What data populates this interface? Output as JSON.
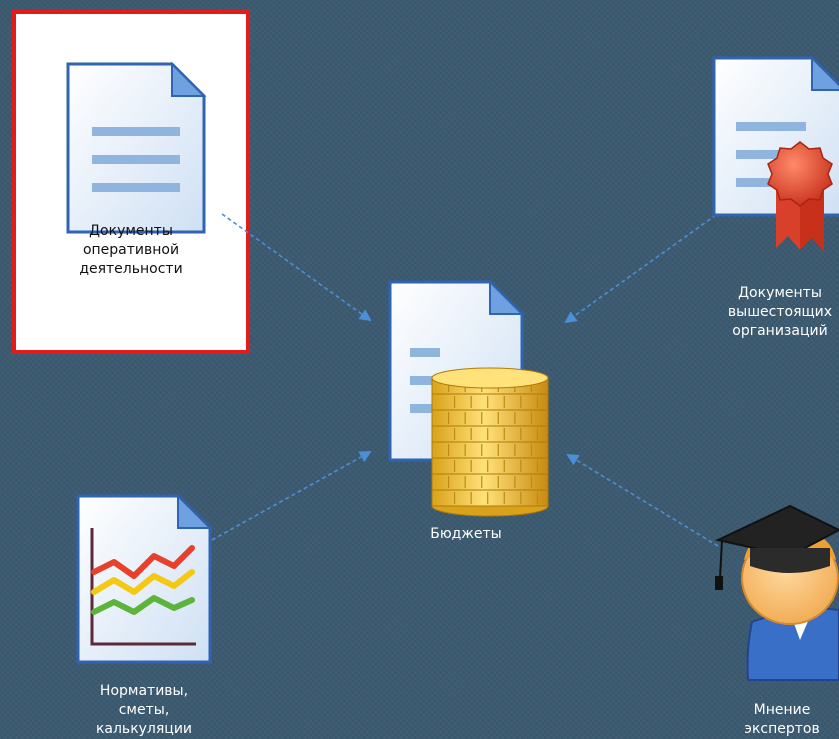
{
  "nodes": {
    "operational_docs": {
      "label": "Документы\nоперативной\nдеятельности"
    },
    "superior_orgs_docs": {
      "label": "Документы\nвышестоящих\nорганизаций"
    },
    "budgets": {
      "label": "Бюджеты"
    },
    "norms": {
      "label": "Нормативы,\nсметы,\nкалькуляции"
    },
    "experts": {
      "label": "Мнение\nэкспертов"
    }
  },
  "colors": {
    "background": "#3c5a70",
    "selected_border": "#e41b1b",
    "arrow": "#4a8fd8",
    "doc_blue": "#2f64b3",
    "coin_gold": "#f2c12e",
    "seal_red": "#e0402a"
  },
  "icons": {
    "operational_docs": "document-icon",
    "superior_orgs_docs": "certificate-icon",
    "budgets": "coins-document-icon",
    "norms": "line-chart-document-icon",
    "experts": "graduate-person-icon"
  }
}
